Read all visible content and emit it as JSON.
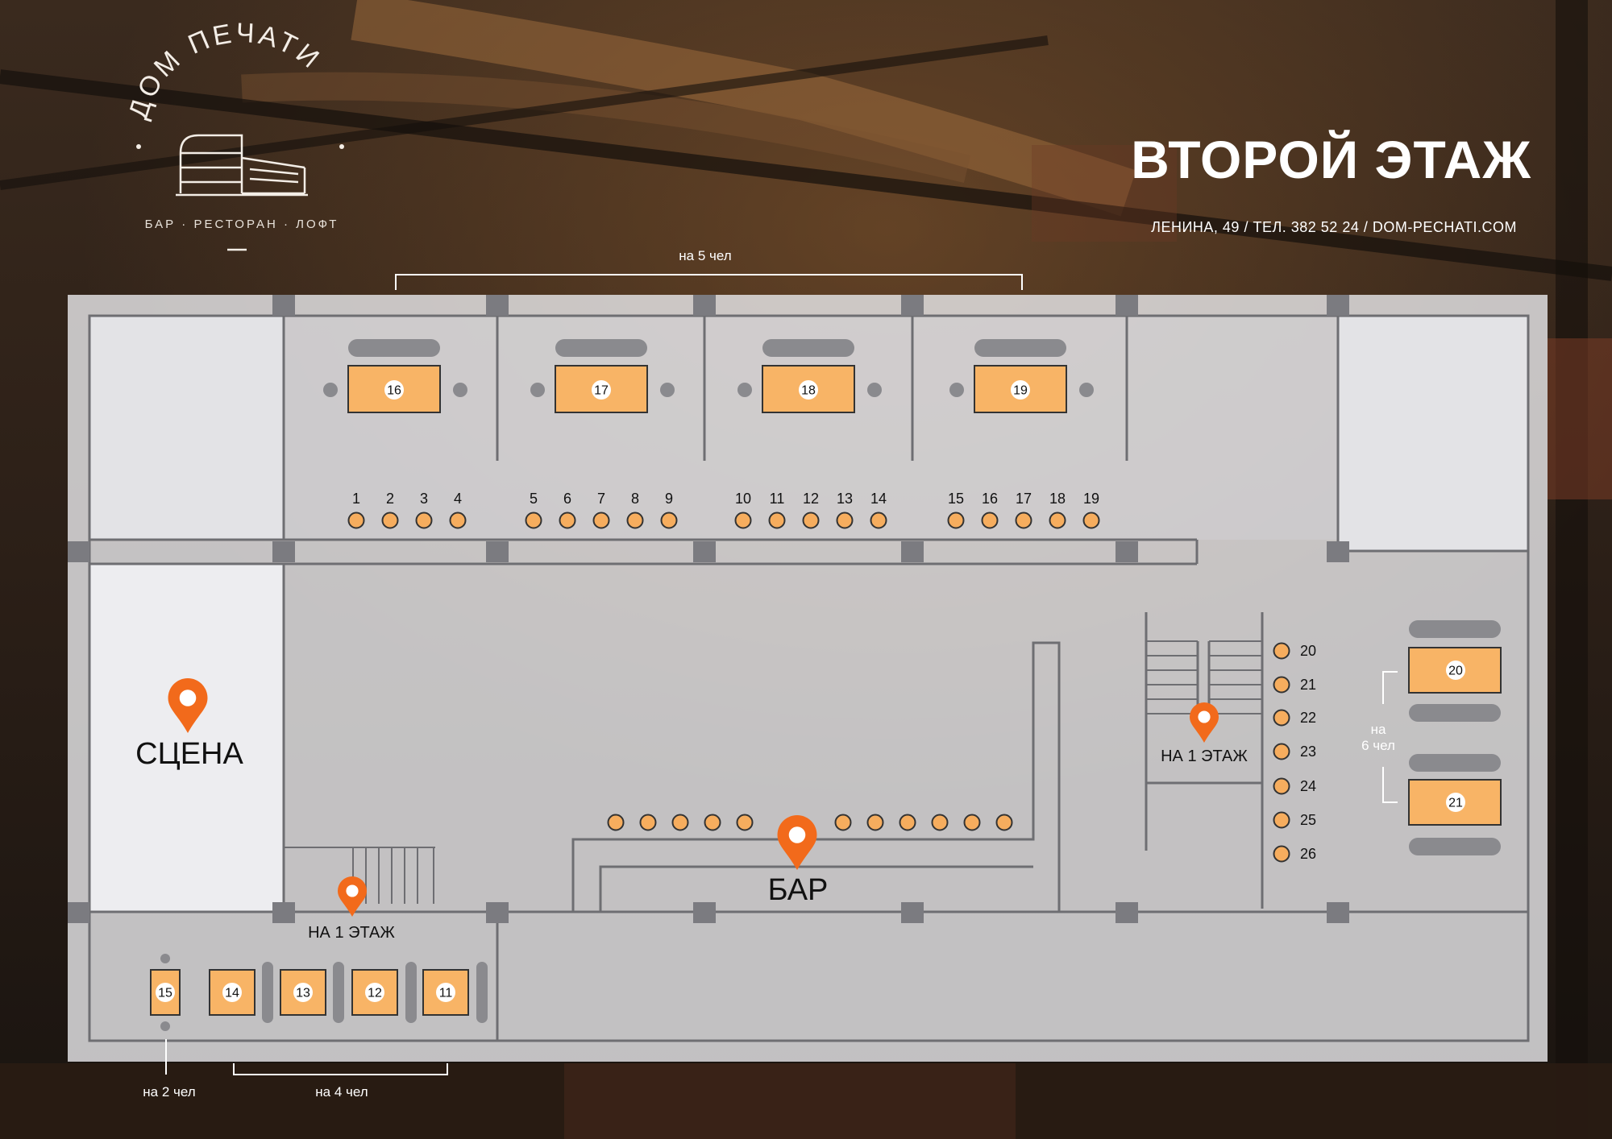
{
  "brand": {
    "arc_text": "ДОМ ПЕЧАТИ",
    "tagline": "БАР · РЕСТОРАН · ЛОФТ"
  },
  "header": {
    "floor_title": "ВТОРОЙ ЭТАЖ",
    "address": "ЛЕНИНА, 49 / ТЕЛ. 382 52 24 / DOM-PECHATI.COM"
  },
  "capacity": {
    "five": "на 5 чел",
    "six_line1": "на",
    "six_line2": "6 чел",
    "two": "на 2 чел",
    "four": "на 4 чел"
  },
  "zones": {
    "stage": "СЦЕНА",
    "bar": "БАР",
    "stairs_right": "НА 1 ЭТАЖ",
    "stairs_left": "НА 1 ЭТАЖ"
  },
  "tables": {
    "top": [
      "16",
      "17",
      "18",
      "19"
    ],
    "right": [
      "20",
      "21"
    ],
    "bottom": [
      "15",
      "14",
      "13",
      "12",
      "11"
    ]
  },
  "balcony_seats": [
    "1",
    "2",
    "3",
    "4",
    "5",
    "6",
    "7",
    "8",
    "9",
    "10",
    "11",
    "12",
    "13",
    "14",
    "15",
    "16",
    "17",
    "18",
    "19"
  ],
  "side_seats": [
    "20",
    "21",
    "22",
    "23",
    "24",
    "25",
    "26"
  ],
  "colors": {
    "accent": "#f26a1b",
    "table_fill": "#f8b466",
    "seat_fill": "#f6ad5e",
    "panel": "#d9d9dc",
    "wall": "#6e6e72",
    "column": "#7b7b80"
  }
}
